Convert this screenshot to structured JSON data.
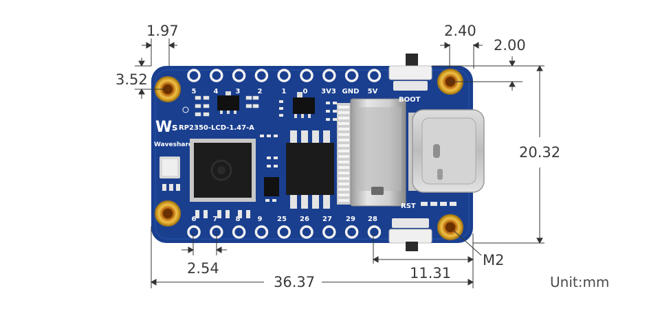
{
  "dimensions": {
    "pin_pitch_top": "1.97",
    "hole_offset_top": "3.52",
    "usb_hole_width": "2.40",
    "usb_hole_offset": "2.00",
    "board_height": "20.32",
    "pin_pitch": "2.54",
    "usb_offset": "11.31",
    "board_length": "36.37",
    "hole_label": "M2"
  },
  "unit_label": "Unit:mm",
  "board": {
    "model": "RP2350-LCD-1.47-A",
    "brand": "Waveshare",
    "boot_label": "BOOT",
    "rst_label": "RST",
    "top_pins": [
      "5",
      "4",
      "3",
      "2",
      "1",
      "0",
      "3V3",
      "GND",
      "5V"
    ],
    "bottom_pins": [
      "6",
      "7",
      "8",
      "9",
      "25",
      "26",
      "27",
      "29",
      "28"
    ],
    "colors": {
      "pcb": "#1a3f8f",
      "gold": "#d8a22c",
      "pad": "#f2f2f2",
      "silk": "#ffffff"
    }
  }
}
